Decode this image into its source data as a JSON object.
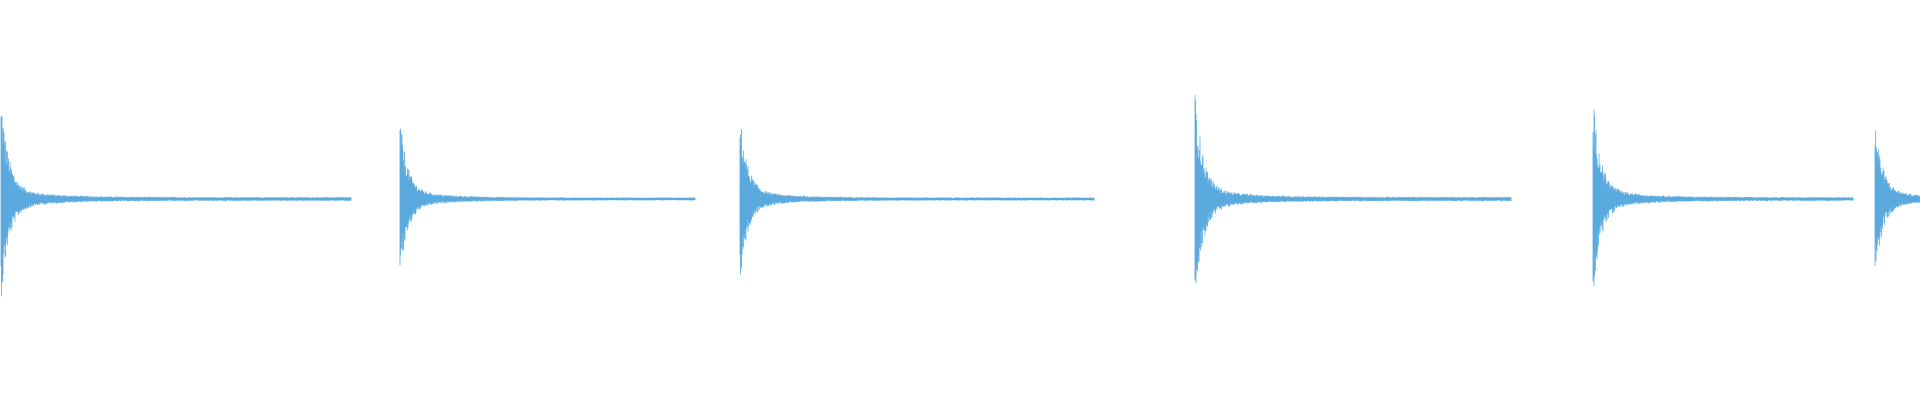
{
  "waveform": {
    "color": "#5aaae0",
    "events": [
      {
        "onset": 0.0,
        "peak_up": 0.92,
        "peak_down": 0.92,
        "end": 0.183
      },
      {
        "onset": 0.208,
        "peak_up": 0.72,
        "peak_down": 0.71,
        "end": 0.362
      },
      {
        "onset": 0.385,
        "peak_up": 0.75,
        "peak_down": 0.75,
        "end": 0.57
      },
      {
        "onset": 0.622,
        "peak_up": 1.0,
        "peak_down": 1.0,
        "end": 0.787
      },
      {
        "onset": 0.829,
        "peak_up": 0.89,
        "peak_down": 0.89,
        "end": 0.965
      },
      {
        "onset": 0.976,
        "peak_up": 0.7,
        "peak_down": 0.7,
        "end": 1.0
      }
    ]
  }
}
